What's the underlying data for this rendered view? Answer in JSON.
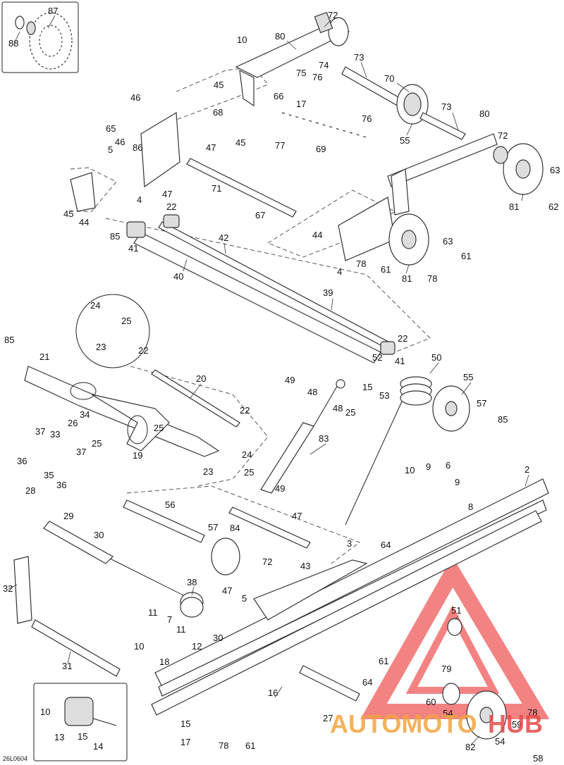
{
  "diagram_code": "26L0604",
  "callouts": [
    {
      "id": "87",
      "text": "87"
    },
    {
      "id": "88",
      "text": "88"
    },
    {
      "id": "72a",
      "text": "72"
    },
    {
      "id": "80a",
      "text": "80"
    },
    {
      "id": "10a",
      "text": "10"
    },
    {
      "id": "74",
      "text": "74"
    },
    {
      "id": "75",
      "text": "75"
    },
    {
      "id": "76a",
      "text": "76"
    },
    {
      "id": "45a",
      "text": "45"
    },
    {
      "id": "66",
      "text": "66"
    },
    {
      "id": "17a",
      "text": "17"
    },
    {
      "id": "73a",
      "text": "73"
    },
    {
      "id": "70",
      "text": "70"
    },
    {
      "id": "46a",
      "text": "46"
    },
    {
      "id": "68",
      "text": "68"
    },
    {
      "id": "65",
      "text": "65"
    },
    {
      "id": "86",
      "text": "86"
    },
    {
      "id": "47a",
      "text": "47"
    },
    {
      "id": "45b",
      "text": "45"
    },
    {
      "id": "77",
      "text": "77"
    },
    {
      "id": "69",
      "text": "69"
    },
    {
      "id": "76b",
      "text": "76"
    },
    {
      "id": "73b",
      "text": "73"
    },
    {
      "id": "55a",
      "text": "55"
    },
    {
      "id": "80b",
      "text": "80"
    },
    {
      "id": "72b",
      "text": "72"
    },
    {
      "id": "5a",
      "text": "5"
    },
    {
      "id": "46b",
      "text": "46"
    },
    {
      "id": "4a",
      "text": "4"
    },
    {
      "id": "47b",
      "text": "47"
    },
    {
      "id": "71",
      "text": "71"
    },
    {
      "id": "63a",
      "text": "63"
    },
    {
      "id": "62",
      "text": "62"
    },
    {
      "id": "81a",
      "text": "81"
    },
    {
      "id": "45c",
      "text": "45"
    },
    {
      "id": "44a",
      "text": "44"
    },
    {
      "id": "67",
      "text": "67"
    },
    {
      "id": "22a",
      "text": "22"
    },
    {
      "id": "85a",
      "text": "85"
    },
    {
      "id": "41a",
      "text": "41"
    },
    {
      "id": "42",
      "text": "42"
    },
    {
      "id": "44b",
      "text": "44"
    },
    {
      "id": "63b",
      "text": "63"
    },
    {
      "id": "61a",
      "text": "61"
    },
    {
      "id": "40",
      "text": "40"
    },
    {
      "id": "4b",
      "text": "4"
    },
    {
      "id": "78a",
      "text": "78"
    },
    {
      "id": "61b",
      "text": "61"
    },
    {
      "id": "81b",
      "text": "81"
    },
    {
      "id": "78b",
      "text": "78"
    },
    {
      "id": "39",
      "text": "39"
    },
    {
      "id": "24a",
      "text": "24"
    },
    {
      "id": "25a",
      "text": "25"
    },
    {
      "id": "23a",
      "text": "23"
    },
    {
      "id": "22b",
      "text": "22"
    },
    {
      "id": "41b",
      "text": "41"
    },
    {
      "id": "85b",
      "text": "85"
    },
    {
      "id": "21",
      "text": "21"
    },
    {
      "id": "22c",
      "text": "22"
    },
    {
      "id": "50",
      "text": "50"
    },
    {
      "id": "52",
      "text": "52"
    },
    {
      "id": "49a",
      "text": "49"
    },
    {
      "id": "48a",
      "text": "48"
    },
    {
      "id": "15a",
      "text": "15"
    },
    {
      "id": "53",
      "text": "53"
    },
    {
      "id": "55b",
      "text": "55"
    },
    {
      "id": "20",
      "text": "20"
    },
    {
      "id": "48b",
      "text": "48"
    },
    {
      "id": "25b",
      "text": "25"
    },
    {
      "id": "57a",
      "text": "57"
    },
    {
      "id": "85c",
      "text": "85"
    },
    {
      "id": "22d",
      "text": "22"
    },
    {
      "id": "34",
      "text": "34"
    },
    {
      "id": "26",
      "text": "26"
    },
    {
      "id": "37a",
      "text": "37"
    },
    {
      "id": "33",
      "text": "33"
    },
    {
      "id": "25c",
      "text": "25"
    },
    {
      "id": "25d",
      "text": "25"
    },
    {
      "id": "83",
      "text": "83"
    },
    {
      "id": "36a",
      "text": "36"
    },
    {
      "id": "37b",
      "text": "37"
    },
    {
      "id": "19",
      "text": "19"
    },
    {
      "id": "24b",
      "text": "24"
    },
    {
      "id": "35",
      "text": "35"
    },
    {
      "id": "36b",
      "text": "36"
    },
    {
      "id": "23b",
      "text": "23"
    },
    {
      "id": "10b",
      "text": "10"
    },
    {
      "id": "9a",
      "text": "9"
    },
    {
      "id": "6",
      "text": "6"
    },
    {
      "id": "2",
      "text": "2"
    },
    {
      "id": "25e",
      "text": "25"
    },
    {
      "id": "9b",
      "text": "9"
    },
    {
      "id": "28",
      "text": "28"
    },
    {
      "id": "49b",
      "text": "49"
    },
    {
      "id": "8",
      "text": "8"
    },
    {
      "id": "56",
      "text": "56"
    },
    {
      "id": "29",
      "text": "29"
    },
    {
      "id": "47c",
      "text": "47"
    },
    {
      "id": "57b",
      "text": "57"
    },
    {
      "id": "84",
      "text": "84"
    },
    {
      "id": "30a",
      "text": "30"
    },
    {
      "id": "3",
      "text": "3"
    },
    {
      "id": "64a",
      "text": "64"
    },
    {
      "id": "43",
      "text": "43"
    },
    {
      "id": "72c",
      "text": "72"
    },
    {
      "id": "32",
      "text": "32"
    },
    {
      "id": "38",
      "text": "38"
    },
    {
      "id": "47d",
      "text": "47"
    },
    {
      "id": "5b",
      "text": "5"
    },
    {
      "id": "51",
      "text": "51"
    },
    {
      "id": "11a",
      "text": "11"
    },
    {
      "id": "7",
      "text": "7"
    },
    {
      "id": "11b",
      "text": "11"
    },
    {
      "id": "10c",
      "text": "10"
    },
    {
      "id": "12",
      "text": "12"
    },
    {
      "id": "30b",
      "text": "30"
    },
    {
      "id": "61c",
      "text": "61"
    },
    {
      "id": "31",
      "text": "31"
    },
    {
      "id": "18",
      "text": "18"
    },
    {
      "id": "79",
      "text": "79"
    },
    {
      "id": "16",
      "text": "16"
    },
    {
      "id": "64b",
      "text": "64"
    },
    {
      "id": "60",
      "text": "60"
    },
    {
      "id": "54a",
      "text": "54"
    },
    {
      "id": "10d",
      "text": "10"
    },
    {
      "id": "13",
      "text": "13"
    },
    {
      "id": "15b",
      "text": "15"
    },
    {
      "id": "14",
      "text": "14"
    },
    {
      "id": "15c",
      "text": "15"
    },
    {
      "id": "17b",
      "text": "17"
    },
    {
      "id": "27",
      "text": "27"
    },
    {
      "id": "59",
      "text": "59"
    },
    {
      "id": "78c",
      "text": "78"
    },
    {
      "id": "82",
      "text": "82"
    },
    {
      "id": "54b",
      "text": "54"
    },
    {
      "id": "78d",
      "text": "78"
    },
    {
      "id": "61d",
      "text": "61"
    },
    {
      "id": "58",
      "text": "58"
    }
  ],
  "watermark": {
    "text_a": "AUTOMOTO",
    "text_b": "HUB",
    "color_a": "#f2a541",
    "color_b": "#e64a4a",
    "triangle": "#ef5a5a"
  }
}
